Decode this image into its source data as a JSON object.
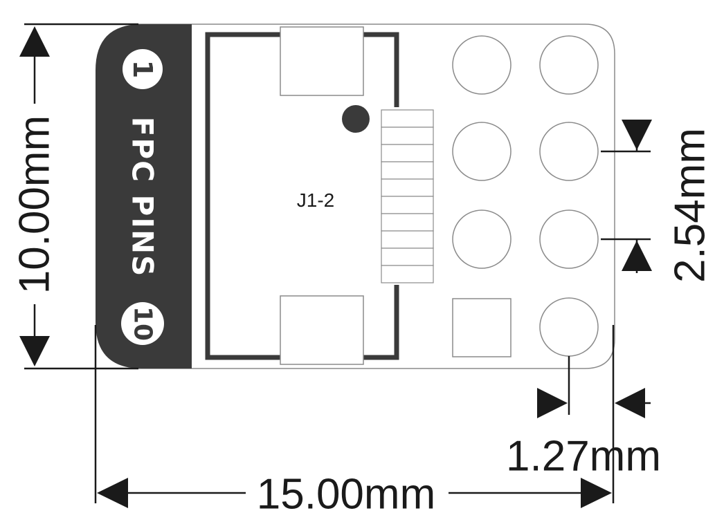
{
  "diagram": {
    "board_label": "J1-2",
    "side_label": "FPC PINS",
    "pin_first": "1",
    "pin_last": "10",
    "dimensions": {
      "height": "10.00mm",
      "width": "15.00mm",
      "pitch": "2.54mm",
      "edge_offset": "1.27mm"
    },
    "colors": {
      "silkscreen_band": "#3a3a3a",
      "outline": "#888888",
      "ink": "#1a1a1a",
      "background": "#ffffff"
    }
  }
}
